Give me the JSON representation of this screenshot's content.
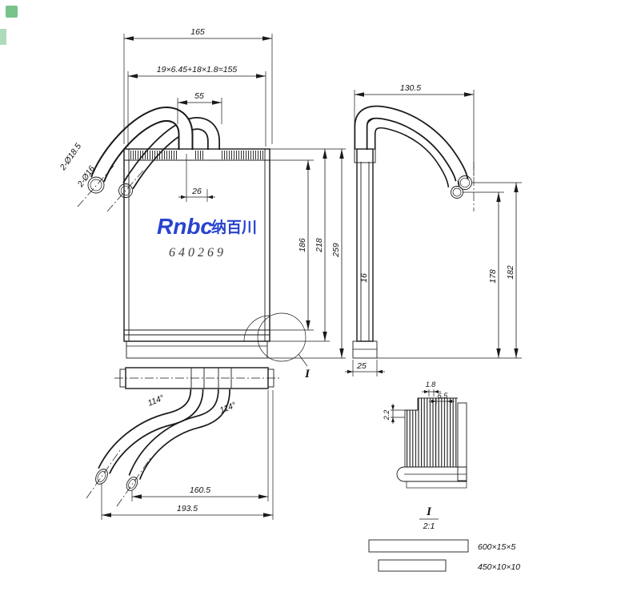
{
  "meta": {
    "background_color": "#ffffff",
    "line_color": "#1a1a1a",
    "logo_color": "#2743cf",
    "artifact_color": "#3aa655"
  },
  "logo": {
    "latin": "Rnbc",
    "cn": "纳百川"
  },
  "part_number": "640269",
  "front_view": {
    "dim_total_width": "165",
    "dim_fin_formula": "19×6.45+18×1.8=155",
    "dim_pipe_span": "55",
    "dim_pipe_offset": "26",
    "dim_core_height": "186",
    "dim_body_height": "218",
    "dim_total_height": "259",
    "dim_pipe_dia_large": "2-Ø18.5",
    "dim_pipe_dia_small": "2-Ø16",
    "detail_mark": "I"
  },
  "side_view": {
    "dim_total_depth": "130.5",
    "dim_thickness": "16",
    "dim_pipe_height": "178",
    "dim_total_height": "182",
    "dim_width": "25"
  },
  "bottom_view": {
    "dim_angle_left": "114°",
    "dim_angle_right": "114°",
    "dim_pipe_span": "160.5",
    "dim_total_width": "193.5"
  },
  "detail_view": {
    "dim_fin_pitch": "1.8",
    "dim_fin_height": "6.5",
    "dim_tube_gap": "2.2",
    "label": "I",
    "scale": "2:1"
  },
  "legend": {
    "spec_top": "600×15×5",
    "spec_bottom": "450×10×10"
  }
}
